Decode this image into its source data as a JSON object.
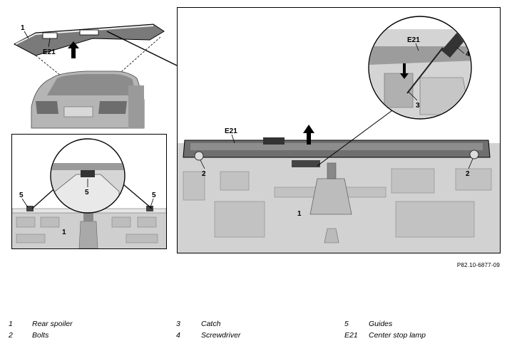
{
  "callouts": {
    "rear_spoiler": "1",
    "bolts": "2",
    "catch": "3",
    "screwdriver": "4",
    "guides": "5",
    "center_stop_lamp": "E21"
  },
  "figure_reference": "P82.10-6877-09",
  "legend": [
    {
      "number": "1",
      "label": "Rear spoiler"
    },
    {
      "number": "2",
      "label": "Bolts"
    },
    {
      "number": "3",
      "label": "Catch"
    },
    {
      "number": "4",
      "label": "Screwdriver"
    },
    {
      "number": "5",
      "label": "Guides"
    },
    {
      "number": "E21",
      "label": "Center stop lamp"
    }
  ],
  "colors": {
    "panel_gray": "#cfcfcf",
    "dark_gray": "#555555",
    "line": "#000000"
  }
}
